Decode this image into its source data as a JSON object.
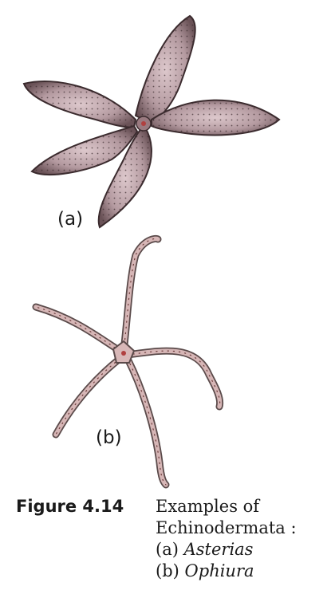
{
  "figure": {
    "label_a": "(a)",
    "label_b": "(b)"
  },
  "caption": {
    "label": "Figure 4.14",
    "line1": "Examples of",
    "line2": "Echinodermata :",
    "item_a_prefix": "(a)",
    "item_a_name": "Asterias",
    "item_b_prefix": "(b)",
    "item_b_name": "Ophiura"
  },
  "colors": {
    "asterias_fill": "#b49aa0",
    "asterias_dark": "#4a3538",
    "ophiura_fill": "#c8a8a8",
    "ophiura_stroke": "#5a4a4a",
    "center": "#b04040"
  }
}
